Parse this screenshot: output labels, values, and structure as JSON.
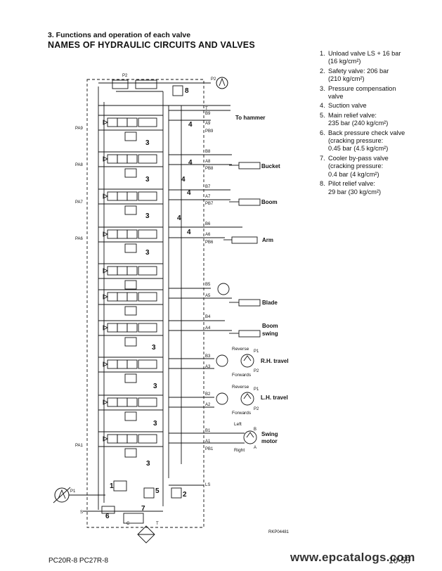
{
  "header": {
    "section": "3. Functions and operation of each valve",
    "title": "NAMES OF HYDRAULIC CIRCUITS AND VALVES"
  },
  "legend": [
    {
      "num": "1.",
      "lines": [
        "Unload valve LS + 16 bar",
        "(16 kg/cm²)"
      ]
    },
    {
      "num": "2.",
      "lines": [
        "Safety valve: 206 bar",
        "(210 kg/cm²)"
      ]
    },
    {
      "num": "3.",
      "lines": [
        "Pressure compensation",
        "valve"
      ]
    },
    {
      "num": "4.",
      "lines": [
        "Suction valve"
      ]
    },
    {
      "num": "5.",
      "lines": [
        "Main relief valve:",
        "235 bar (240 kg/cm²)"
      ]
    },
    {
      "num": "6.",
      "lines": [
        "Back pressure check valve",
        "(cracking pressure:",
        "0.45 bar (4.5 kg/cm²)"
      ]
    },
    {
      "num": "7.",
      "lines": [
        "Cooler by-pass valve",
        "(cracking pressure:",
        "0.4 bar (4 kg/cm²)"
      ]
    },
    {
      "num": "8.",
      "lines": [
        "Pilot relief valve:",
        "29 bar (30 kg/cm²)"
      ]
    }
  ],
  "diagram": {
    "code": "RKP04481",
    "actuators": {
      "hammer": "To hammer",
      "bucket": "Bucket",
      "boom": "Boom",
      "arm": "Arm",
      "blade": "Blade",
      "boom_swing_1": "Boom",
      "boom_swing_2": "swing",
      "rh_travel": "R.H. travel",
      "lh_travel": "L.H. travel",
      "swing_motor_1": "Swing",
      "swing_motor_2": "motor"
    },
    "directions": {
      "reverse": "Reverse",
      "forwards": "Forwards",
      "left": "Left",
      "right": "Right"
    },
    "ports": {
      "p2": "P2",
      "p1": "P1",
      "t": "T",
      "b9": "B9",
      "a9": "A9",
      "pb9": "PB9",
      "b8": "B8",
      "a8": "A8",
      "pb8": "PB8",
      "b7": "B7",
      "a7": "A7",
      "pb7": "PB7",
      "b6": "B6",
      "a6": "A6",
      "pb6": "PB6",
      "b5": "B5",
      "a5": "A5",
      "b4": "B4",
      "a4": "A4",
      "b3": "B3",
      "a3": "A3",
      "b2": "B2",
      "a2": "A2",
      "b1": "B1",
      "a1": "A1",
      "pb1": "PB1",
      "ls": "LS",
      "pa9": "PA9",
      "pa8": "PA8",
      "pa7": "PA7",
      "pa6": "PA6",
      "pa1": "PA1",
      "s": "S",
      "c": "C",
      "motor_b": "B",
      "motor_a": "A"
    },
    "numbers": {
      "n1": "1",
      "n2": "2",
      "n3": "3",
      "n4": "4",
      "n5": "5",
      "n6": "6",
      "n7": "7",
      "n8": "8"
    }
  },
  "footer": {
    "models": "PC20R-8   PC27R-8",
    "page": "10-55",
    "watermark": "www.epcatalogs.com"
  }
}
